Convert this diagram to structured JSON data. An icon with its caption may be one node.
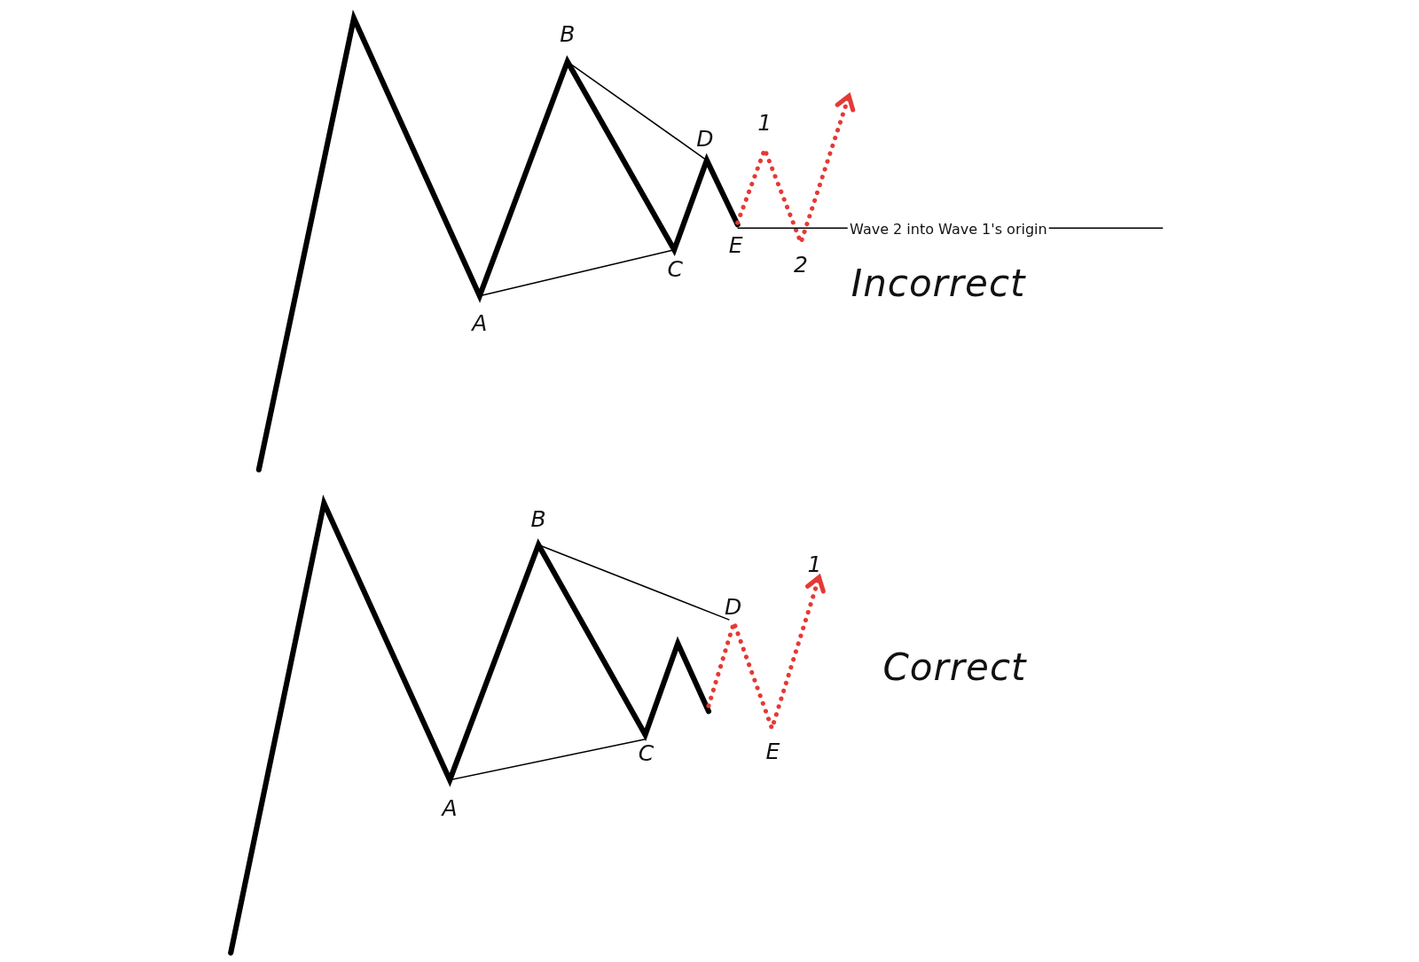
{
  "diagram": {
    "labels": [
      "B",
      "1",
      "D",
      "Wave 2 into Wave 1's origin",
      "E",
      "2",
      "C",
      "Incorrect",
      "A",
      "B",
      "1",
      "D",
      "Correct",
      "C",
      "E",
      "A"
    ]
  }
}
